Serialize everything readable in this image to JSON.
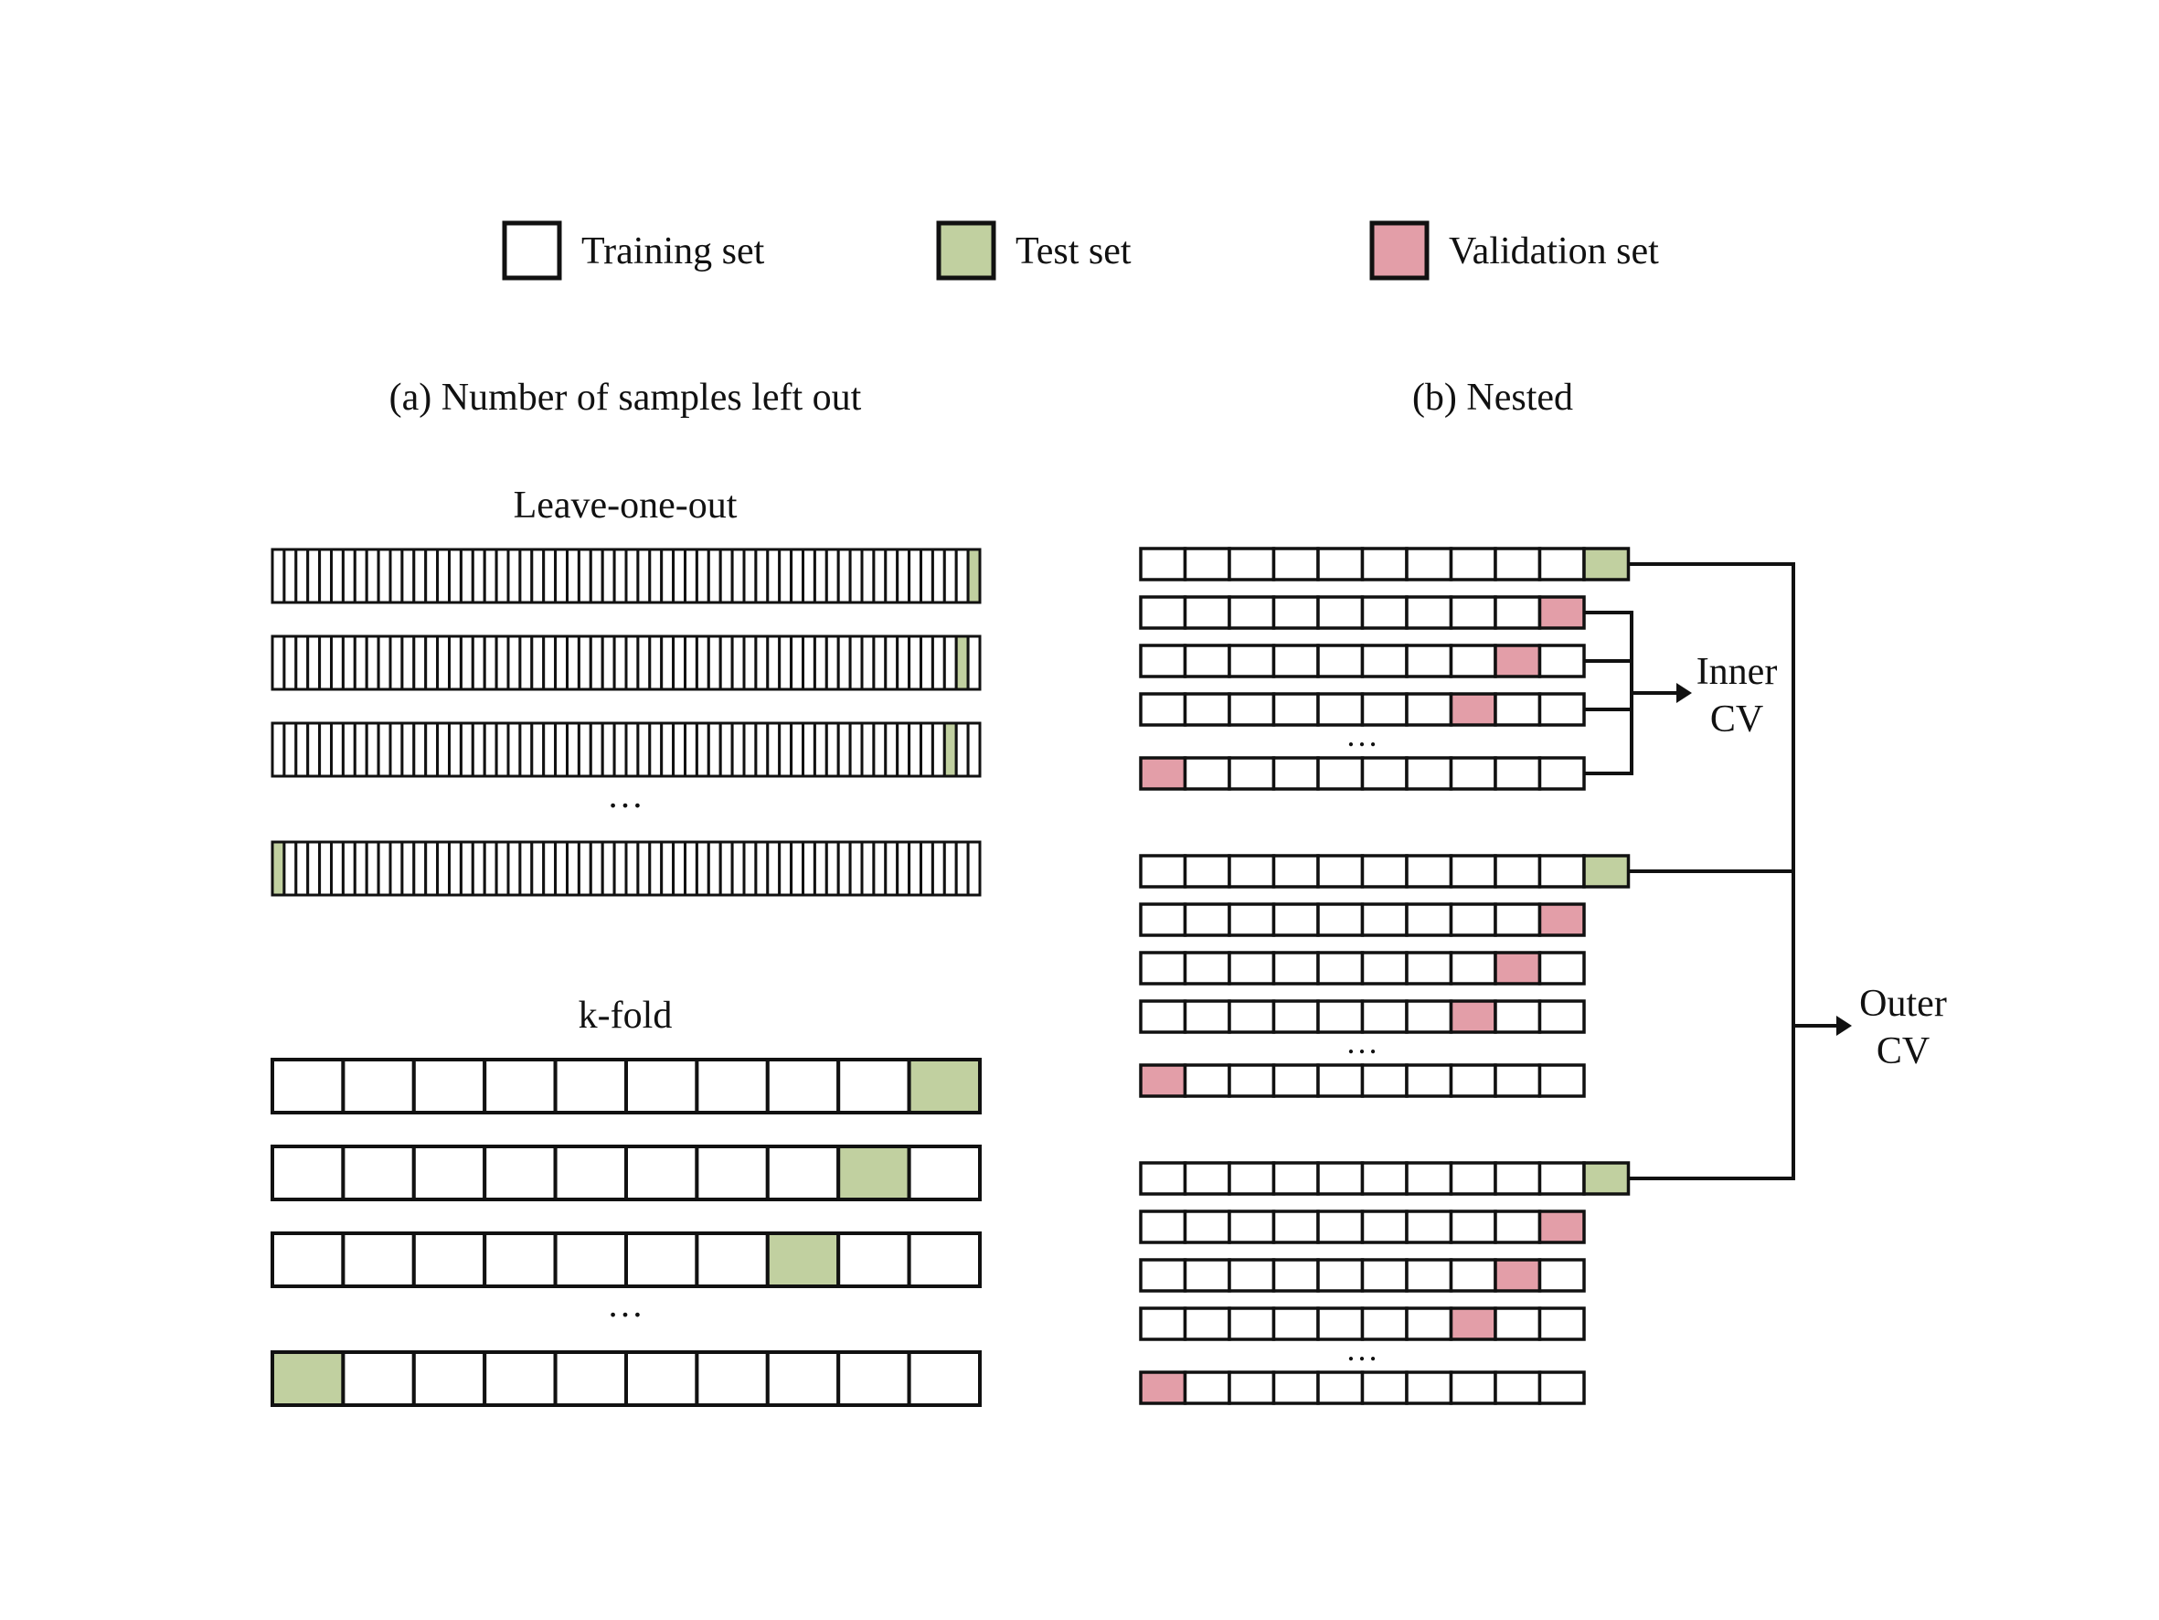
{
  "legend": {
    "training_label": "Training set",
    "test_label": "Test set",
    "validation_label": "Validation set"
  },
  "panel_a": {
    "title": "(a) Number of samples left out",
    "loo": {
      "label": "Leave-one-out",
      "cells_per_row": 60,
      "rows_test_index": [
        59,
        58,
        57,
        0
      ],
      "ellipsis_after_row": 2
    },
    "kfold": {
      "label": "k-fold",
      "cells_per_row": 10,
      "rows_test_index": [
        9,
        8,
        7,
        0
      ],
      "ellipsis_after_row": 2
    },
    "ellipsis": "…"
  },
  "panel_b": {
    "title": "(b) Nested",
    "outer_cells": 11,
    "inner_cells": 10,
    "groups": [
      {
        "outer_test_index": 10,
        "inner_validation_index": [
          9,
          8,
          7,
          0
        ]
      },
      {
        "outer_test_index": 10,
        "inner_validation_index": [
          9,
          8,
          7,
          0
        ]
      },
      {
        "outer_test_index": 10,
        "inner_validation_index": [
          9,
          8,
          7,
          0
        ]
      }
    ],
    "inner_cv_label": [
      "Inner",
      "CV"
    ],
    "outer_cv_label": [
      "Outer",
      "CV"
    ],
    "ellipsis": "…"
  },
  "colors": {
    "training": "#ffffff",
    "test": "#c1d0a0",
    "validation": "#e39ea8",
    "stroke": "#111111"
  }
}
